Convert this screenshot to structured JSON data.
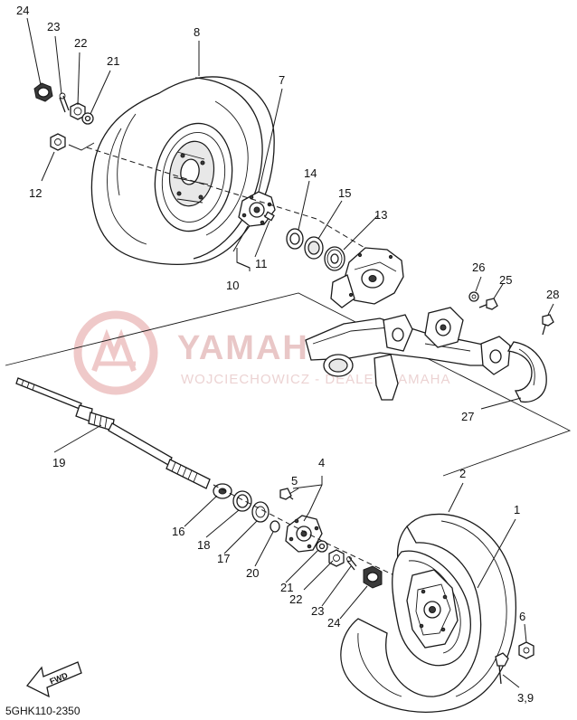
{
  "watermark": {
    "brand": "YAMAHA",
    "line": "WOJCIECHOWICZ - DEALER YAMAHA"
  },
  "diagram_code": "5GHK110-2350",
  "fwd_label": "FWD",
  "callouts": {
    "c1": "1",
    "c2": "2",
    "c39": "3,9",
    "c4": "4",
    "c5": "5",
    "c6": "6",
    "c7": "7",
    "c8": "8",
    "c10": "10",
    "c11": "11",
    "c12": "12",
    "c13": "13",
    "c14": "14",
    "c15": "15",
    "c16": "16",
    "c17": "17",
    "c18": "18",
    "c19": "19",
    "c20": "20",
    "c21a": "21",
    "c21b": "21",
    "c22a": "22",
    "c22b": "22",
    "c23a": "23",
    "c23b": "23",
    "c24a": "24",
    "c24b": "24",
    "c25": "25",
    "c26": "26",
    "c27": "27",
    "c28": "28"
  }
}
